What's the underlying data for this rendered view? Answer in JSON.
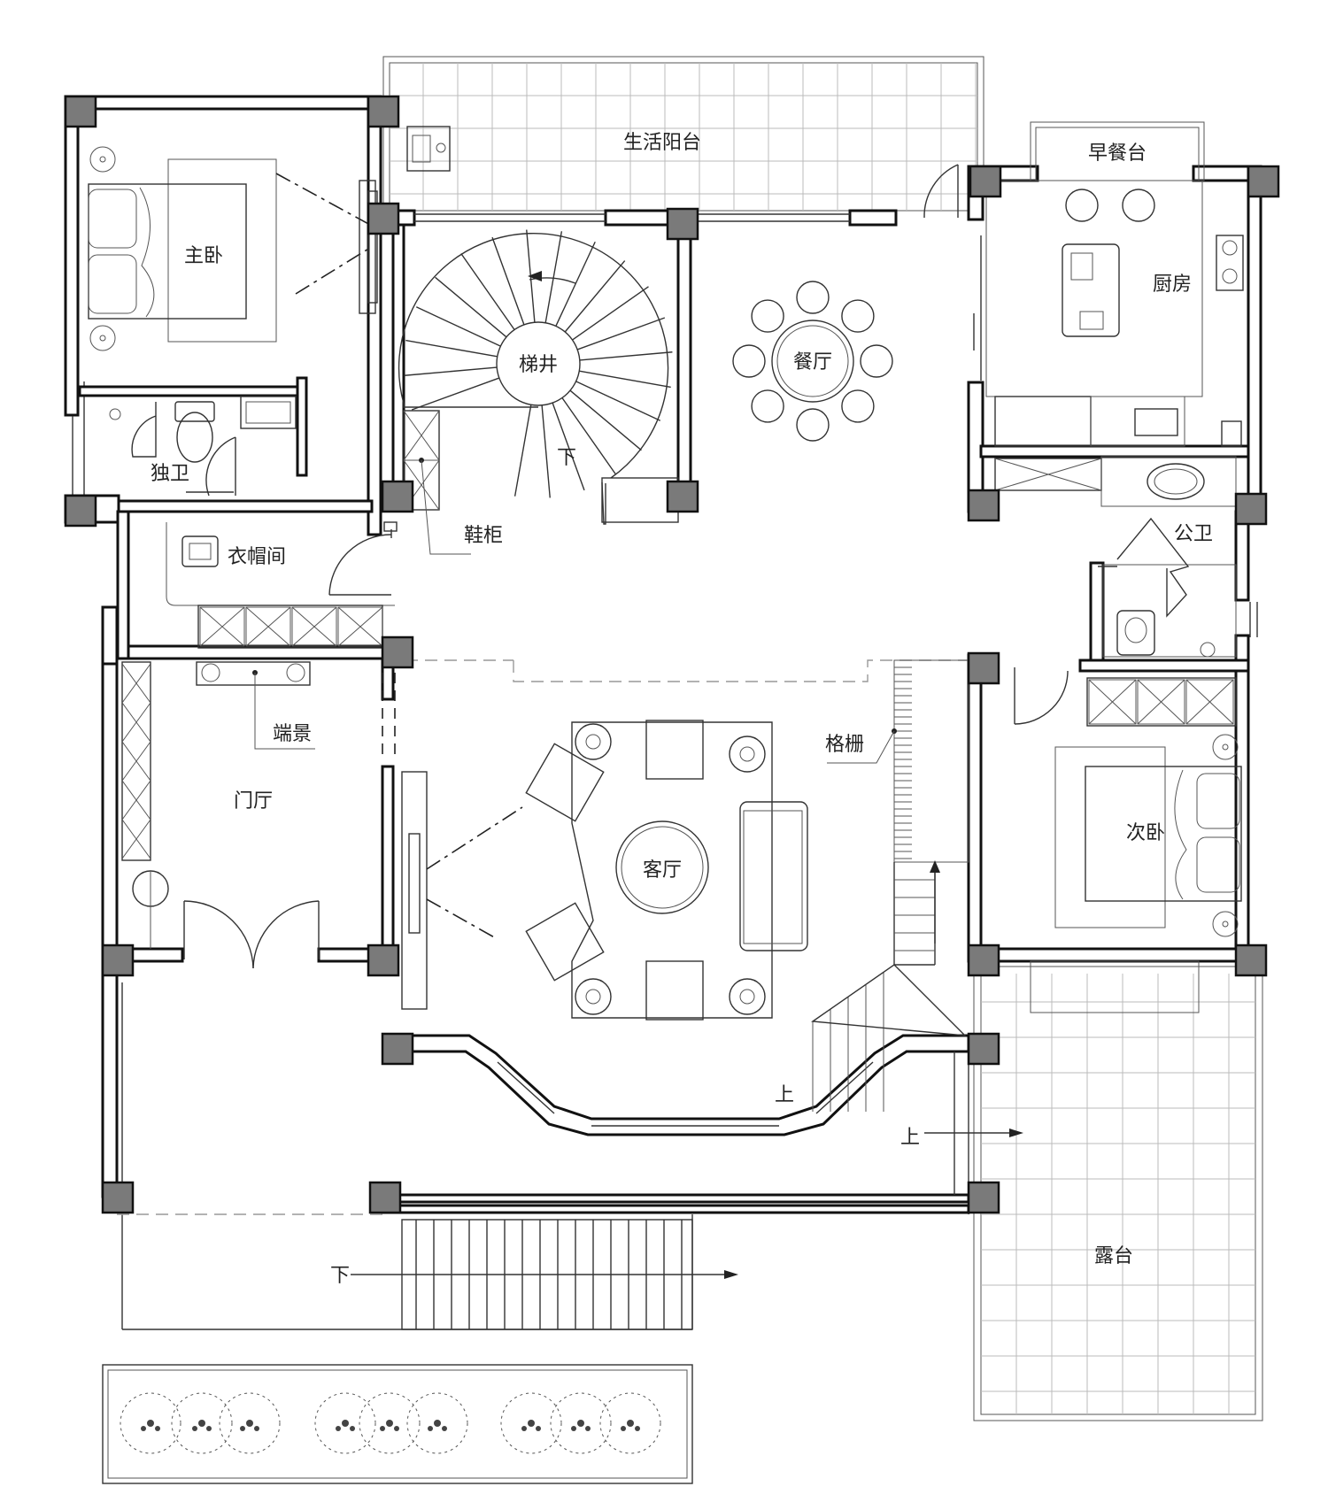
{
  "rooms": {
    "living_balcony": "生活阳台",
    "breakfast_counter": "早餐台",
    "master_bedroom": "主卧",
    "kitchen": "厨房",
    "stairwell": "梯井",
    "dining_room": "餐厅",
    "private_bath": "独卫",
    "shoe_cabinet": "鞋柜",
    "cloakroom": "衣帽间",
    "public_bath": "公卫",
    "end_view": "端景",
    "lattice": "格栅",
    "foyer": "门厅",
    "living_room": "客厅",
    "second_bedroom": "次卧",
    "terrace": "露台"
  },
  "stair_marks": {
    "down_spiral": "下",
    "up_inner": "上",
    "up_terrace": "上",
    "down_front": "下"
  }
}
